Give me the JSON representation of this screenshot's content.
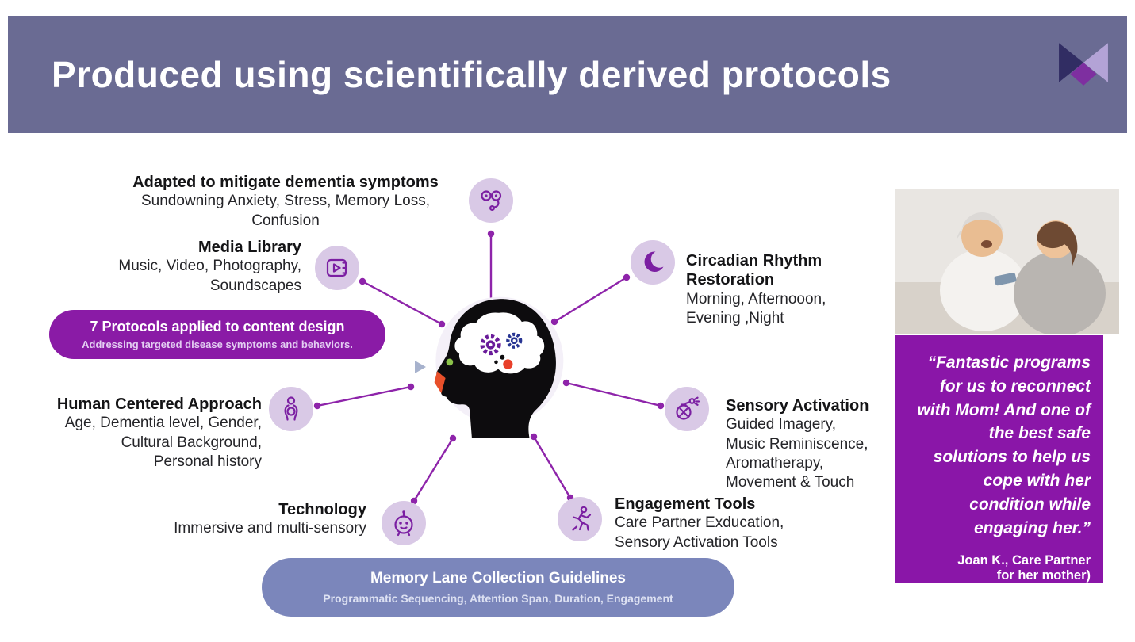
{
  "header": {
    "title": "Produced using scientifically derived protocols"
  },
  "diagram": {
    "nodes": [
      {
        "title": "Adapted to mitigate dementia symptoms",
        "desc": "Sundowning Anxiety, Stress, Memory Loss,\nConfusion",
        "icon": "face-with-glasses-icon"
      },
      {
        "title": "Media Library",
        "desc": "Music, Video, Photography,\nSoundscapes",
        "icon": "media-player-icon"
      },
      {
        "title": "Circadian Rhythm\nRestoration",
        "desc": "Morning, Afternooon,\nEvening ,Night",
        "icon": "crescent-moon-icon"
      },
      {
        "title": "Human Centered Approach",
        "desc": "Age, Dementia level, Gender,\nCultural Background,\nPersonal history",
        "icon": "person-icon"
      },
      {
        "title": "Sensory Activation",
        "desc": "Guided Imagery,\nMusic Reminiscence,\nAromatherapy,\nMovement & Touch",
        "icon": "perfume-spray-icon"
      },
      {
        "title": "Technology",
        "desc": "Immersive and multi-sensory",
        "icon": "robot-icon"
      },
      {
        "title": "Engagement Tools",
        "desc": "Care Partner Exducation,\nSensory Activation Tools",
        "icon": "running-person-icon"
      }
    ],
    "protocol_banner": {
      "title": "7 Protocols applied to content design",
      "subtitle": "Addressing targeted disease symptoms and behaviors."
    },
    "guidelines_banner": {
      "title": "Memory Lane Collection Guidelines",
      "subtitle": "Programmatic Sequencing, Attention Span, Duration, Engagement"
    }
  },
  "testimonial": {
    "quote": "“Fantastic programs\nfor us to reconnect\nwith Mom! And one of\nthe best safe\nsolutions to help us\ncope with her\ncondition while\nengaging her.”",
    "attribution": "Joan K.,  Care Partner\nfor her mother)"
  },
  "colors": {
    "header_bar": "#6a6b93",
    "accent_purple": "#8a16a8",
    "node_circle": "#d9c9e6",
    "icon_purple": "#7b1fa2",
    "connector_purple": "#8e24aa",
    "guidelines_banner": "#7b86bb"
  }
}
